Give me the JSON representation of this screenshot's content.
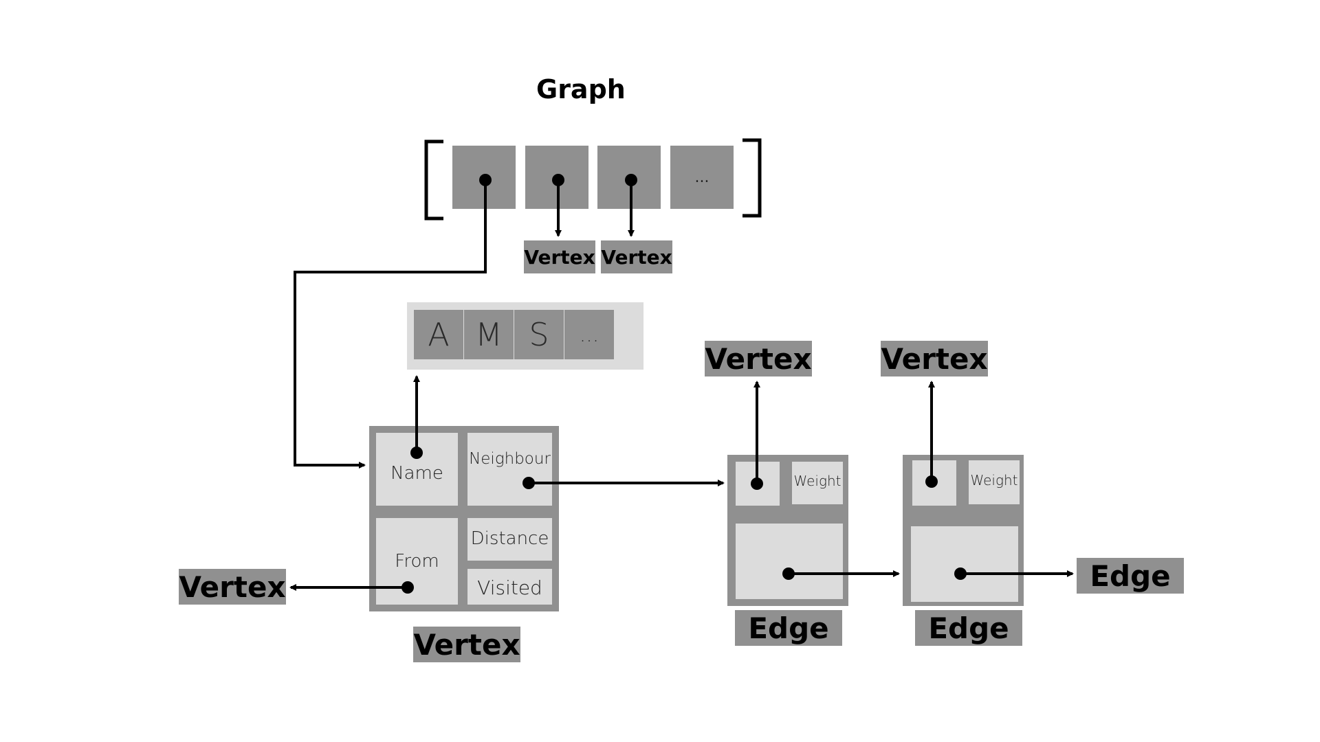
{
  "title": "Graph",
  "graph_array": {
    "ellipsis": "..."
  },
  "top_vertex_labels": [
    "Vertex",
    "Vertex"
  ],
  "name_array": {
    "cells": [
      "A",
      "M",
      "S",
      "..."
    ]
  },
  "vertex_struct": {
    "fields": {
      "name": "Name",
      "neighbour": "Neighbour",
      "from": "From",
      "distance": "Distance",
      "visited": "Visited"
    },
    "label": "Vertex"
  },
  "from_target_label": "Vertex",
  "edge_struct_1": {
    "weight": "Weight",
    "label": "Edge",
    "vertex_target": "Vertex"
  },
  "edge_struct_2": {
    "weight": "Weight",
    "label": "Edge",
    "vertex_target": "Vertex"
  },
  "next_edge_label": "Edge",
  "colors": {
    "dark_box": "#909090",
    "light_box": "#dcdcdc",
    "line": "#000000"
  }
}
